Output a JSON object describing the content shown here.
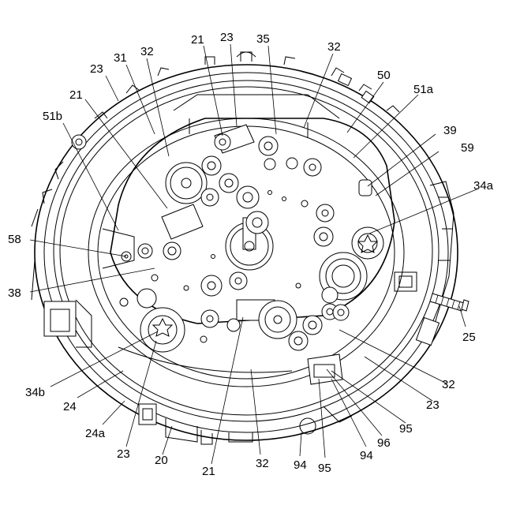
{
  "figure": {
    "labels": {
      "l21_top": "21",
      "l23_top": "23",
      "l35": "35",
      "l32_topright": "32",
      "l32_topleft": "32",
      "l31": "31",
      "l23_left": "23",
      "l50": "50",
      "l21_left": "21",
      "l51a": "51a",
      "l51b": "51b",
      "l39": "39",
      "l59": "59",
      "l34a": "34a",
      "l58": "58",
      "l38": "38",
      "l25": "25",
      "l34b": "34b",
      "l24": "24",
      "l24a": "24a",
      "l23_bottomleft": "23",
      "l20": "20",
      "l21_bottom": "21",
      "l32_bottom": "32",
      "l94_a": "94",
      "l95_a": "95",
      "l94_b": "94",
      "l96": "96",
      "l95_b": "95",
      "l23_right": "23",
      "l32_right": "32"
    }
  }
}
